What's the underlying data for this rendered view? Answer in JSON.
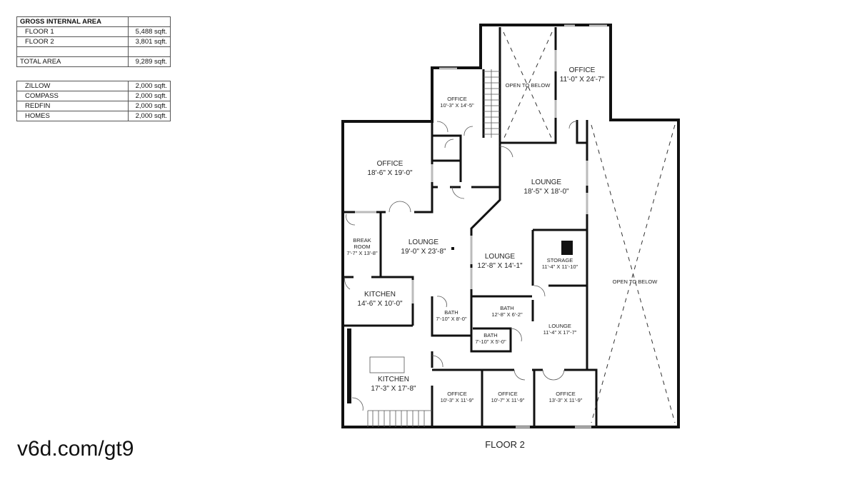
{
  "area_table": {
    "header": "GROSS INTERNAL AREA",
    "rows": [
      {
        "label": "FLOOR 1",
        "value": "5,488 sqft."
      },
      {
        "label": "FLOOR 2",
        "value": "3,801 sqft."
      },
      {
        "label": "",
        "value": ""
      },
      {
        "label": "TOTAL AREA",
        "value": "9,289 sqft."
      }
    ]
  },
  "comparison_table": {
    "rows": [
      {
        "label": "ZILLOW",
        "value": "2,000 sqft."
      },
      {
        "label": "COMPASS",
        "value": "2,000 sqft."
      },
      {
        "label": "REDFIN",
        "value": "2,000 sqft."
      },
      {
        "label": "HOMES",
        "value": "2,000 sqft."
      }
    ]
  },
  "url": "v6d.com/gt9",
  "floor_label": "FLOOR 2",
  "rooms": {
    "office_top_small": {
      "name": "OFFICE",
      "dims": "10'-3\" X 14'-5\""
    },
    "open_top": {
      "name": "OPEN TO BELOW"
    },
    "office_top_right": {
      "name": "OFFICE",
      "dims": "11'-0\" X 24'-7\""
    },
    "office_left": {
      "name": "OFFICE",
      "dims": "18'-6\" X 19'-0\""
    },
    "lounge_upper": {
      "name": "LOUNGE",
      "dims": "18'-5\" X 18'-0\""
    },
    "break_room": {
      "name": "BREAK",
      "name2": "ROOM",
      "dims": "7'-7\" X 13'-8\""
    },
    "lounge_main": {
      "name": "LOUNGE",
      "dims": "19'-0\" X 23'-8\""
    },
    "lounge_mid": {
      "name": "LOUNGE",
      "dims": "12'-8\" X 14'-1\""
    },
    "storage": {
      "name": "STORAGE",
      "dims": "11'-4\" X 11'-10\""
    },
    "open_right": {
      "name": "OPEN TO BELOW"
    },
    "kitchen_small": {
      "name": "KITCHEN",
      "dims": "14'-6\" X 10'-0\""
    },
    "bath_1": {
      "name": "BATH",
      "dims": "7'-10\" X 8'-0\""
    },
    "bath_2": {
      "name": "BATH",
      "dims": "12'-8\" X 6'-2\""
    },
    "bath_3": {
      "name": "BATH",
      "dims": "7'-10\" X 5'-0\""
    },
    "lounge_right": {
      "name": "LOUNGE",
      "dims": "11'-4\" X 17'-7\""
    },
    "kitchen_large": {
      "name": "KITCHEN",
      "dims": "17'-3\" X 17'-8\""
    },
    "office_b1": {
      "name": "OFFICE",
      "dims": "10'-3\" X 11'-9\""
    },
    "office_b2": {
      "name": "OFFICE",
      "dims": "10'-7\" X 11'-9\""
    },
    "office_b3": {
      "name": "OFFICE",
      "dims": "13'-3\" X 11'-9\""
    }
  }
}
